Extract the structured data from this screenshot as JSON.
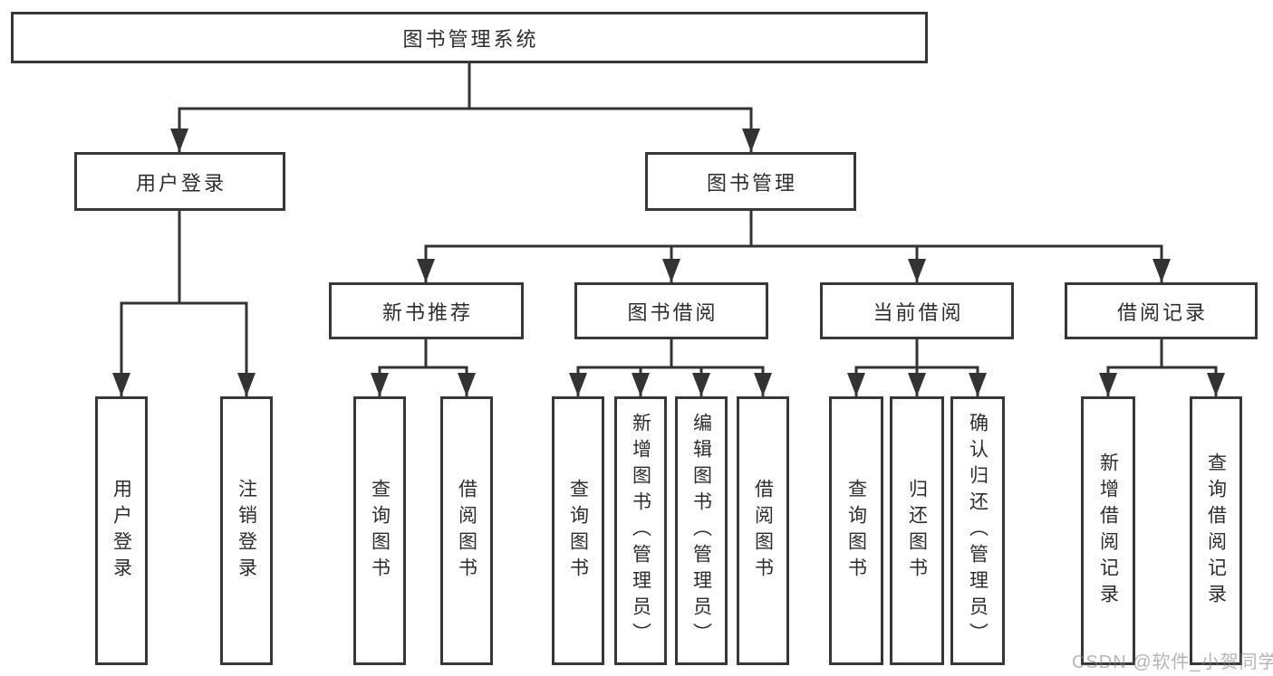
{
  "diagram": {
    "root": {
      "label": "图书管理系统"
    },
    "level2": {
      "user_login": {
        "label": "用户登录"
      },
      "book_mgmt": {
        "label": "图书管理"
      }
    },
    "level3": {
      "new_books": {
        "label": "新书推荐"
      },
      "book_borrow": {
        "label": "图书借阅"
      },
      "current_borrow": {
        "label": "当前借阅"
      },
      "borrow_records": {
        "label": "借阅记录"
      }
    },
    "level4": {
      "user_login_col": {
        "label": "用户登录"
      },
      "logout_col": {
        "label": "注销登录"
      },
      "query_books_new": {
        "label": "查询图书"
      },
      "borrow_books_new": {
        "label": "借阅图书"
      },
      "query_books_borrow": {
        "label": "查询图书"
      },
      "add_books_admin": {
        "label": "新增图书（管理员）"
      },
      "edit_books_admin": {
        "label": "编辑图书（管理员）"
      },
      "borrow_books_borrow": {
        "label": "借阅图书"
      },
      "query_books_current": {
        "label": "查询图书"
      },
      "return_books": {
        "label": "归还图书"
      },
      "confirm_return_admin": {
        "label": "确认归还（管理员）"
      },
      "add_borrow_record": {
        "label": "新增借阅记录"
      },
      "query_borrow_record": {
        "label": "查询借阅记录"
      }
    },
    "watermark": "CSDN @软件_小贺同学",
    "colors": {
      "line": "#333333",
      "border": "#383838",
      "text": "#2d2d2d",
      "background": "#ffffff",
      "watermark": "#c5c5cd"
    }
  }
}
